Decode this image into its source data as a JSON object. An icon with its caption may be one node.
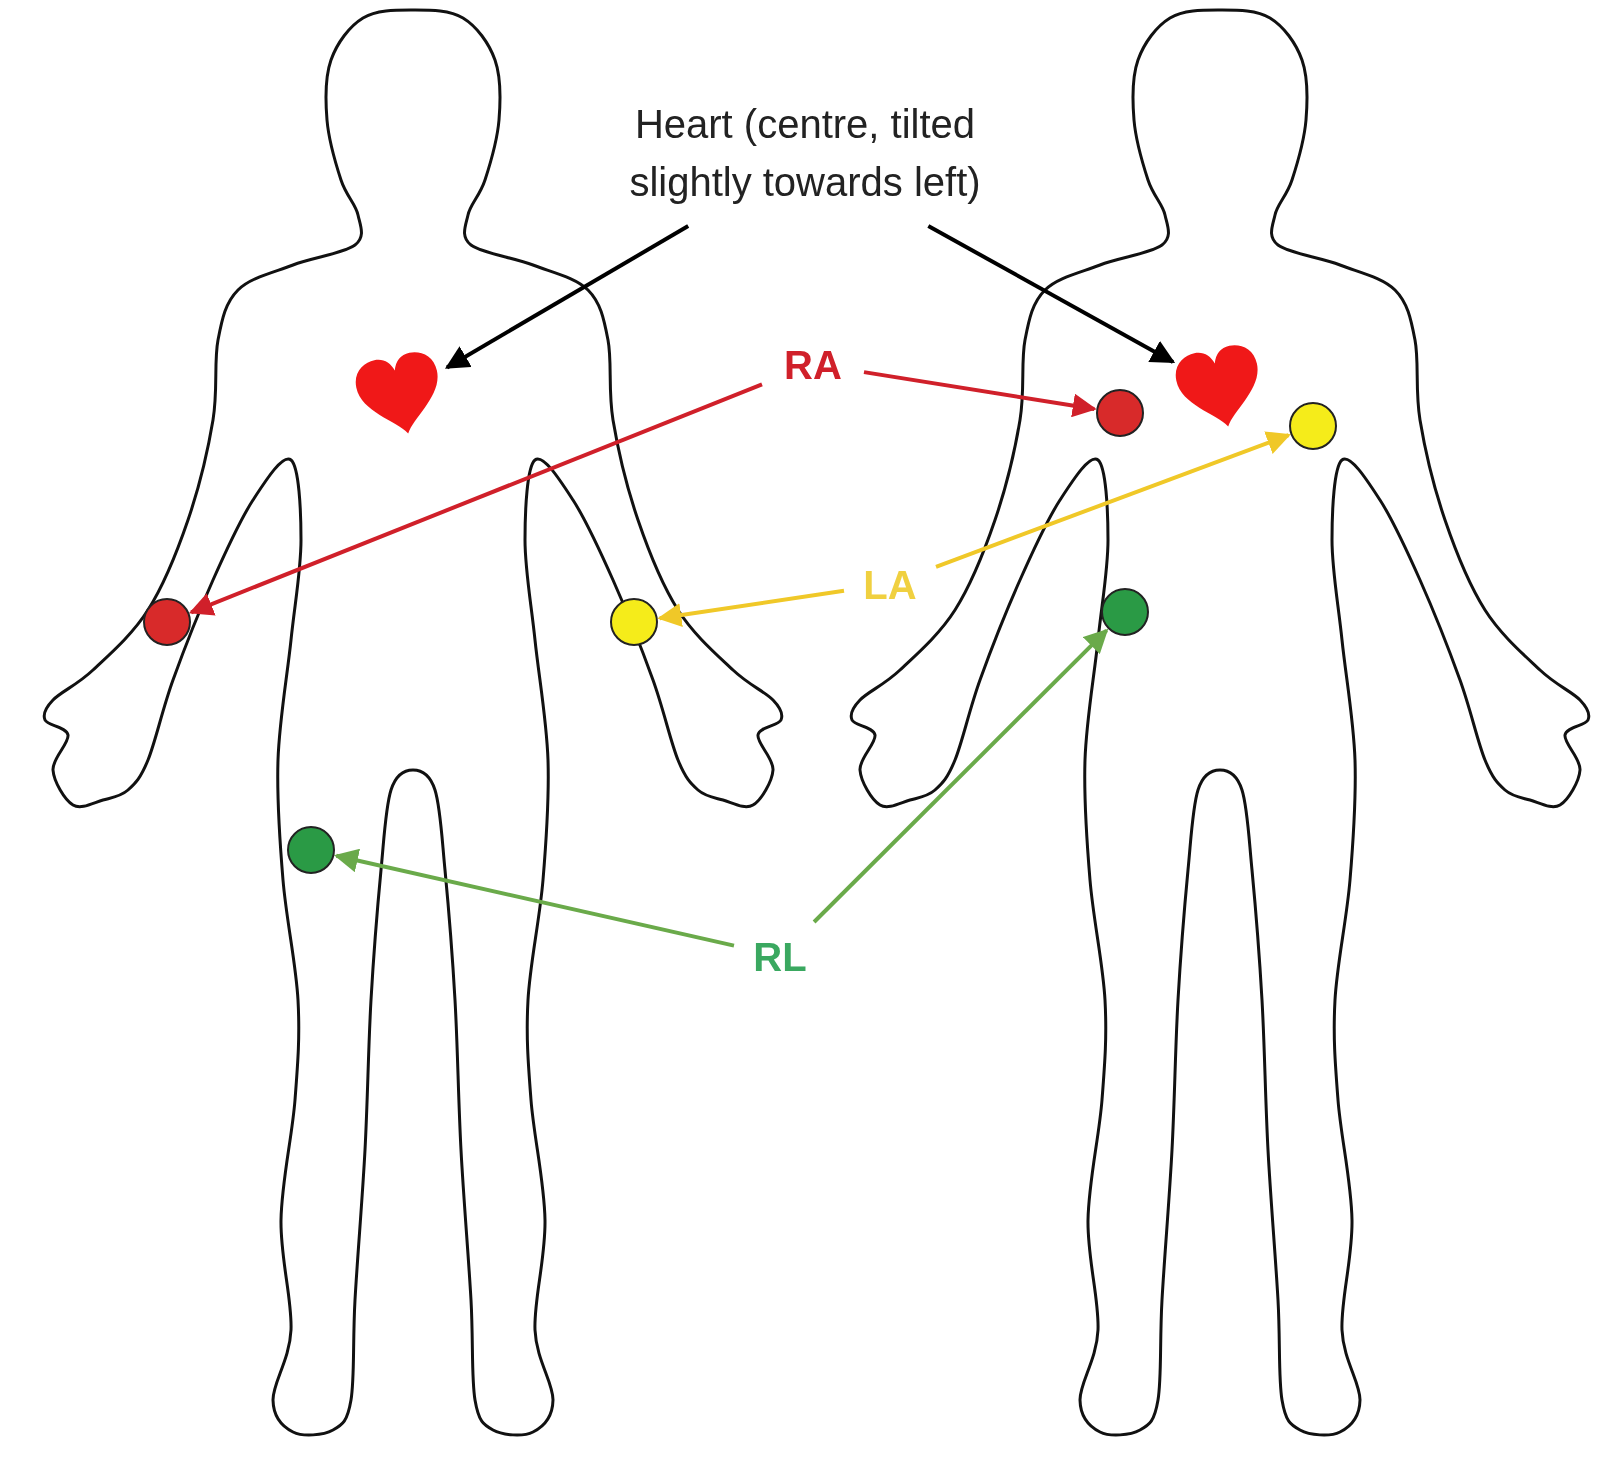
{
  "diagram": {
    "nodes": [
      {
        "text": [
          "Heart (centre, tilted slightly towards left)"
        ]
      },
      {
        "text": [],
        "shape": "heart"
      },
      {
        "text": [],
        "shape": "heart"
      },
      {
        "text": [
          "RA"
        ]
      },
      {
        "text": [],
        "shape": "circle"
      },
      {
        "text": [],
        "shape": "circle"
      },
      {
        "text": [
          "LA"
        ]
      },
      {
        "text": [],
        "shape": "circle"
      },
      {
        "text": [],
        "shape": "circle"
      },
      {
        "text": [
          "RL"
        ]
      },
      {
        "text": [],
        "shape": "circle"
      },
      {
        "text": [],
        "shape": "circle"
      }
    ],
    "edges": [
      {
        "from": 0,
        "to": 1,
        "arrow": "to",
        "color": "#000000"
      },
      {
        "from": 0,
        "to": 2,
        "arrow": "to",
        "color": "#000000"
      },
      {
        "from": 3,
        "to": 4,
        "arrow": "to",
        "color": "#d0202a"
      },
      {
        "from": 3,
        "to": 5,
        "arrow": "to",
        "color": "#d0202a"
      },
      {
        "from": 6,
        "to": 7,
        "arrow": "to",
        "color": "#f0c828"
      },
      {
        "from": 6,
        "to": 8,
        "arrow": "to",
        "color": "#f0c828"
      },
      {
        "from": 9,
        "to": 10,
        "arrow": "to",
        "color": "#6aaa4a"
      },
      {
        "from": 9,
        "to": 11,
        "arrow": "to",
        "color": "#6aaa4a"
      }
    ]
  }
}
